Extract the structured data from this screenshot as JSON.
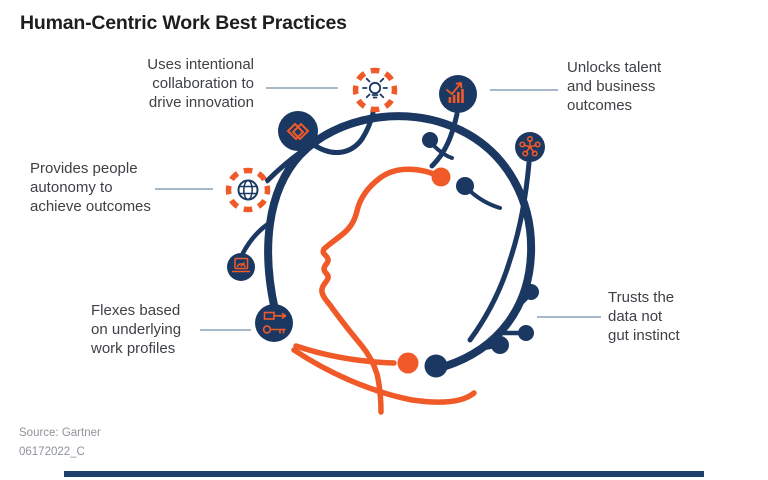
{
  "title": "Human-Centric Work Best Practices",
  "labels": {
    "collaboration": {
      "lines": [
        "Uses intentional",
        "collaboration to",
        "drive innovation"
      ]
    },
    "talent": {
      "lines": [
        "Unlocks talent",
        "and business",
        "outcomes"
      ]
    },
    "autonomy": {
      "lines": [
        "Provides people",
        "autonomy to",
        "achieve outcomes"
      ]
    },
    "flex": {
      "lines": [
        "Flexes based",
        "on underlying",
        "work profiles"
      ]
    },
    "data": {
      "lines": [
        "Trusts the",
        "data not",
        "gut instinct"
      ]
    }
  },
  "icons": [
    {
      "name": "lightbulb-icon",
      "container": "dashed-orange-ring"
    },
    {
      "name": "handshake-icon",
      "container": "navy-circle"
    },
    {
      "name": "bar-chart-icon",
      "container": "navy-circle"
    },
    {
      "name": "network-nodes-icon",
      "container": "navy-circle"
    },
    {
      "name": "globe-icon",
      "container": "dashed-orange-ring"
    },
    {
      "name": "laptop-gauge-icon",
      "container": "navy-circle"
    },
    {
      "name": "key-icon",
      "container": "navy-circle"
    }
  ],
  "footer": {
    "source": "Source: Gartner",
    "doc_id": "06172022_C"
  },
  "colors": {
    "navy": "#1b3862",
    "orange": "#f05a28",
    "connector_line": "#8aa0b8",
    "title_text": "#1e1e1e",
    "label_text": "#3e4145",
    "muted_text": "#8e939b",
    "footer_bar": "#1d3f6e"
  }
}
